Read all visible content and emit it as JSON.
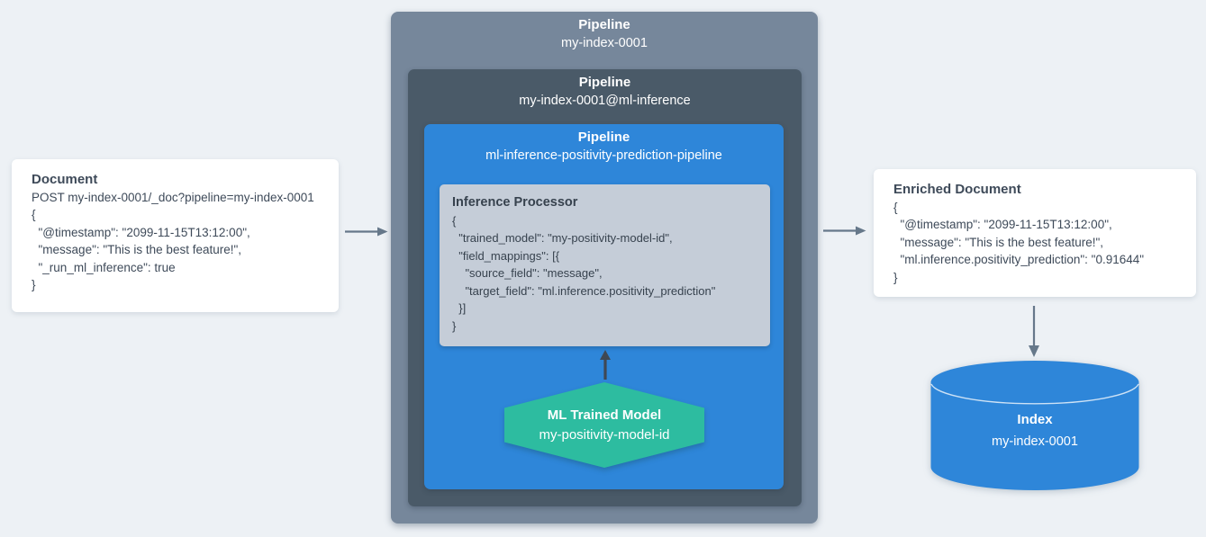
{
  "colors": {
    "background": "#EDF1F5",
    "outer_pipeline_box": "#76879B",
    "inference_pipeline_box": "#4A5A68",
    "ml_pipeline_box": "#2E86D9",
    "processor_box": "#C5CDD8",
    "model_hexagon": "#2DBCA0",
    "index_cylinder": "#2E86D9",
    "arrow": "#66788A",
    "arrow_dark": "#3F4854",
    "text_dark": "#3E4A59",
    "text_light": "#FFFFFF"
  },
  "document_card": {
    "title": "Document",
    "lines": [
      "POST my-index-0001/_doc?pipeline=my-index-0001",
      "{",
      "  \"@timestamp\": \"2099-11-15T13:12:00\",",
      "  \"message\": \"This is the best feature!\",",
      "  \"_run_ml_inference\": true",
      "}"
    ]
  },
  "pipeline_outer": {
    "title": "Pipeline",
    "name": "my-index-0001"
  },
  "pipeline_ml_inference": {
    "title": "Pipeline",
    "name": "my-index-0001@ml-inference"
  },
  "pipeline_positivity": {
    "title": "Pipeline",
    "name": "ml-inference-positivity-prediction-pipeline"
  },
  "inference_processor": {
    "title": "Inference Processor",
    "lines": [
      "{",
      "  \"trained_model\": \"my-positivity-model-id\",",
      "  \"field_mappings\": [{",
      "    \"source_field\": \"message\",",
      "    \"target_field\": \"ml.inference.positivity_prediction\"",
      "  }]",
      "}"
    ]
  },
  "ml_trained_model": {
    "title": "ML Trained Model",
    "name": "my-positivity-model-id"
  },
  "enriched_document_card": {
    "title": "Enriched Document",
    "lines": [
      "{",
      "  \"@timestamp\": \"2099-11-15T13:12:00\",",
      "  \"message\": \"This is the best feature!\",",
      "  \"ml.inference.positivity_prediction\": \"0.91644\"",
      "}"
    ]
  },
  "index_cylinder": {
    "title": "Index",
    "name": "my-index-0001"
  }
}
